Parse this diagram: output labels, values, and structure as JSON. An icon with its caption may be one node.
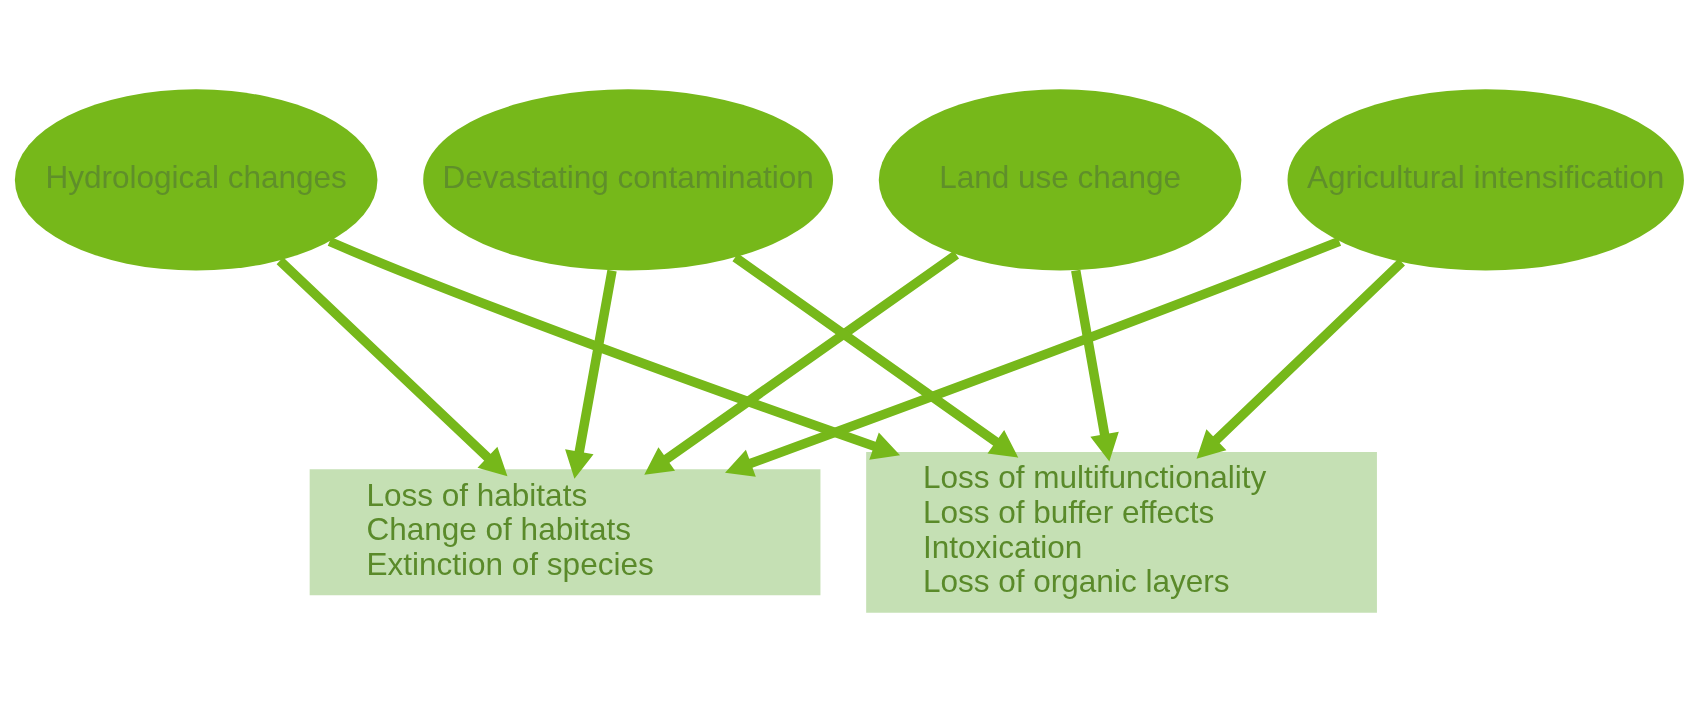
{
  "diagram": {
    "nodes": [
      {
        "text": [
          "Land use change"
        ]
      },
      {
        "text": [
          "Agricultural intensification"
        ]
      },
      {
        "text": [
          "Hydrological changes"
        ]
      },
      {
        "text": [
          "Devastating contamination"
        ]
      },
      {
        "text": [
          "Loss of habitats",
          "Change of habitats",
          "Extinction of species"
        ]
      },
      {
        "text": [
          "Loss of multifunctionality",
          "Loss of buffer effects",
          "Intoxication",
          "Loss of organic layers"
        ]
      }
    ],
    "edges": [
      {
        "from": 0,
        "to": 4,
        "arrow": "to"
      },
      {
        "from": 0,
        "to": 5,
        "arrow": "to"
      },
      {
        "from": 1,
        "to": 4,
        "arrow": "to"
      },
      {
        "from": 1,
        "to": 5,
        "arrow": "to"
      },
      {
        "from": 2,
        "to": 4,
        "arrow": "to"
      },
      {
        "from": 2,
        "to": 5,
        "arrow": "to"
      },
      {
        "from": 3,
        "to": 4,
        "arrow": "to"
      },
      {
        "from": 3,
        "to": 5,
        "arrow": "to"
      }
    ]
  }
}
